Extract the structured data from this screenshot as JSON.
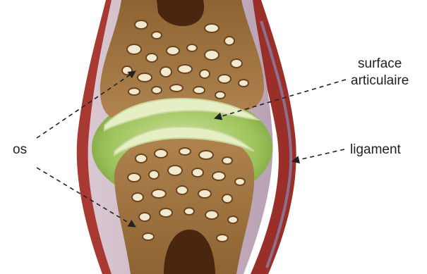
{
  "labels": {
    "os": "os",
    "surface_line1": "surface",
    "surface_line2": "articulaire",
    "ligament": "ligament"
  },
  "colors": {
    "bone": "#a97a46",
    "bone_dark": "#7e5629",
    "bone_cavity": "#f2ead0",
    "marrow": "#4a2510",
    "cartilage": "#e6efc4",
    "synovial": "#8fb84e",
    "capsule": "#cdbcc9",
    "muscle": "#a83a33",
    "arrow": "#333333"
  }
}
